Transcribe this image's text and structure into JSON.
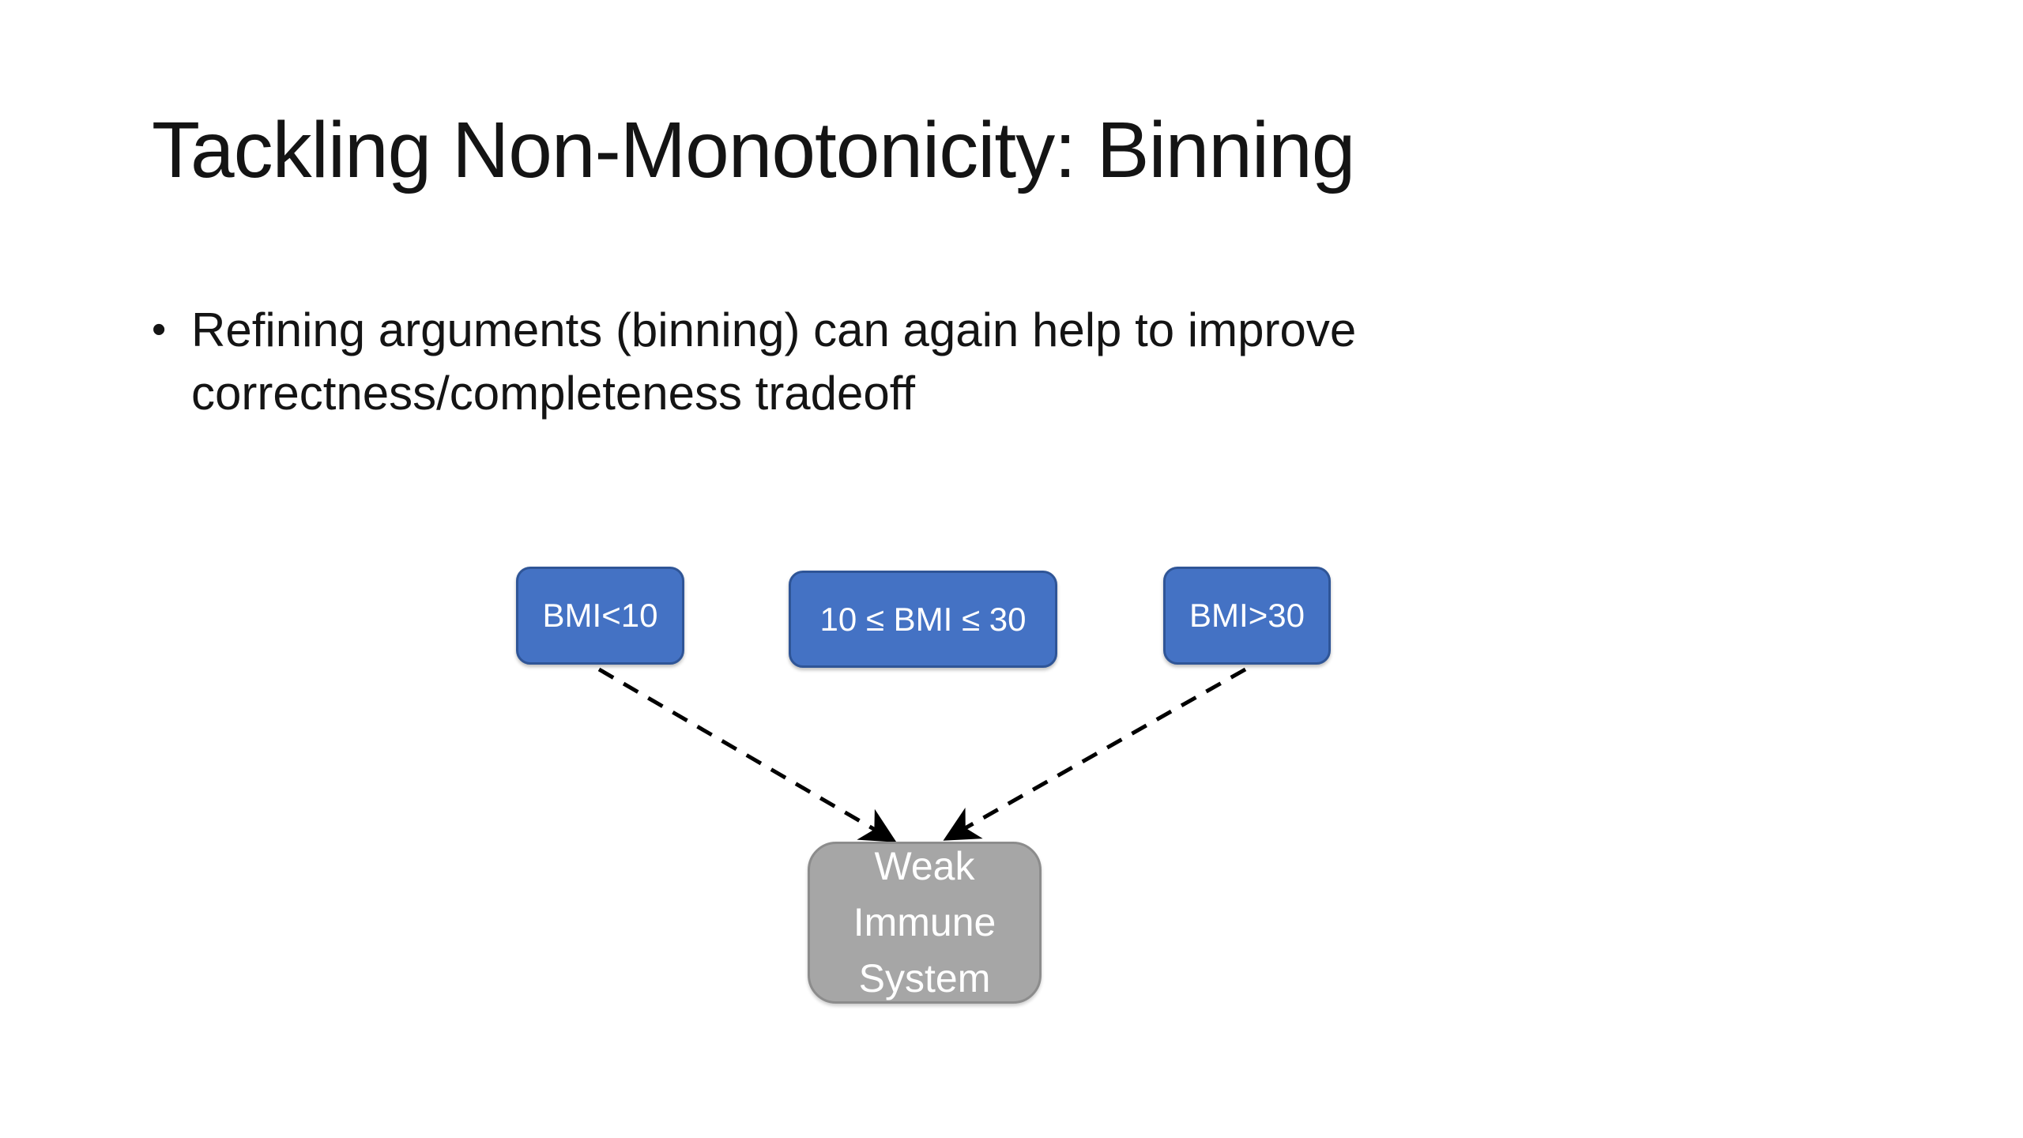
{
  "slide": {
    "title": "Tackling Non-Monotonicity: Binning",
    "bullet_marker": "•",
    "bullets": [
      "Refining arguments (binning) can again help to improve correctness/completeness tradeoff"
    ]
  },
  "diagram": {
    "nodes": [
      {
        "id": "bmi-low",
        "label": "BMI<10",
        "fill": "#4472C4",
        "border": "#2F5597",
        "text_color": "#FFFFFF"
      },
      {
        "id": "bmi-mid",
        "label": "10 ≤ BMI ≤ 30",
        "fill": "#4472C4",
        "border": "#2F5597",
        "text_color": "#FFFFFF"
      },
      {
        "id": "bmi-high",
        "label": "BMI>30",
        "fill": "#4472C4",
        "border": "#2F5597",
        "text_color": "#FFFFFF"
      },
      {
        "id": "weak-immune",
        "label": "Weak Immune System",
        "fill": "#A6A6A6",
        "border": "#8C8C8C",
        "text_color": "#FFFFFF"
      }
    ],
    "edges": [
      {
        "from": "bmi-low",
        "to": "weak-immune",
        "style": "dashed-arrow",
        "color": "#000000"
      },
      {
        "from": "bmi-high",
        "to": "weak-immune",
        "style": "dashed-arrow",
        "color": "#000000"
      }
    ]
  },
  "colors": {
    "background": "#FFFFFF",
    "text": "#141414",
    "node_blue": "#4472C4",
    "node_blue_border": "#2F5597",
    "node_gray": "#A6A6A6",
    "node_gray_border": "#8C8C8C",
    "arrow": "#000000"
  }
}
